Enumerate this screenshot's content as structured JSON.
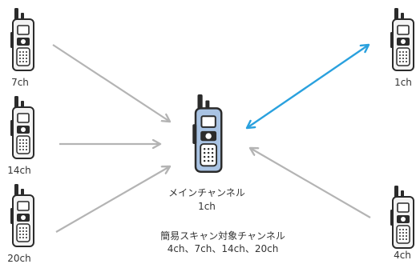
{
  "radios": {
    "left_top": {
      "channel": "7ch"
    },
    "left_middle": {
      "channel": "14ch"
    },
    "left_bottom": {
      "channel": "20ch"
    },
    "right_top": {
      "channel": "1ch"
    },
    "right_bottom": {
      "channel": "4ch"
    }
  },
  "main_radio": {
    "title": "メインチャンネル",
    "channel": "1ch"
  },
  "scan_info": {
    "title": "簡易スキャン対象チャンネル",
    "channels": "4ch、7ch、14ch、20ch"
  },
  "colors": {
    "arrow_gray": "#b4b4b4",
    "arrow_blue": "#2aa1de",
    "radio_outline": "#2b2b2b",
    "main_radio_fill": "#a9c3e3",
    "radio_fill": "#f3f3f3"
  },
  "icons": {
    "radio": "walkie-talkie-icon"
  }
}
